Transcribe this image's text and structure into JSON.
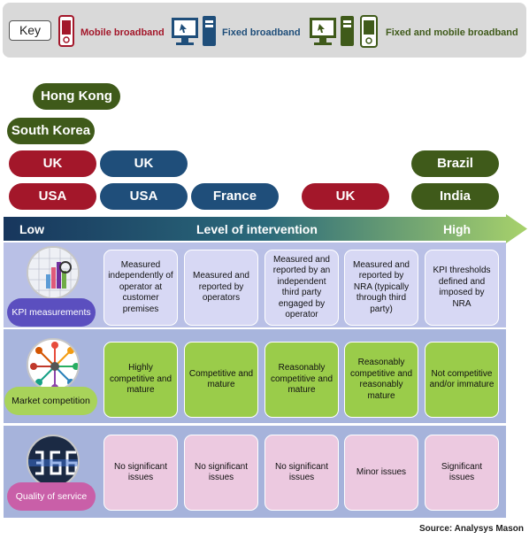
{
  "key": {
    "label": "Key",
    "mobile": "Mobile broadband",
    "fixed": "Fixed broadband",
    "both": "Fixed and mobile broadband",
    "colors": {
      "mobile": "#a3172a",
      "fixed": "#1f4e7a",
      "both": "#3f5a1a"
    }
  },
  "countries": {
    "col1": [
      "Hong Kong",
      "South Korea",
      "UK",
      "USA"
    ],
    "col2": [
      "UK",
      "USA"
    ],
    "col3": [
      "France"
    ],
    "col4": [
      "UK"
    ],
    "col5": [
      "Brazil",
      "India"
    ]
  },
  "arrow": {
    "low": "Low",
    "title": "Level of intervention",
    "high": "High"
  },
  "rows": {
    "kpi": {
      "label": "KPI measurements",
      "cells": [
        "Measured independently of operator at customer premises",
        "Measured and reported by operators",
        "Measured and reported by an independent third party engaged by operator",
        "Measured and reported by NRA (typically through third party)",
        "KPI thresholds defined and imposed by NRA"
      ]
    },
    "market": {
      "label": "Market competition",
      "cells": [
        "Highly competitive and mature",
        "Competitive and mature",
        "Reasonably competitive and mature",
        "Reasonably competitive and reasonably mature",
        "Not competitive and/or immature"
      ]
    },
    "qos": {
      "label": "Quality of service",
      "cells": [
        "No significant issues",
        "No significant issues",
        "No significant issues",
        "Minor issues",
        "Significant issues"
      ]
    }
  },
  "source": "Source: Analysys Mason"
}
